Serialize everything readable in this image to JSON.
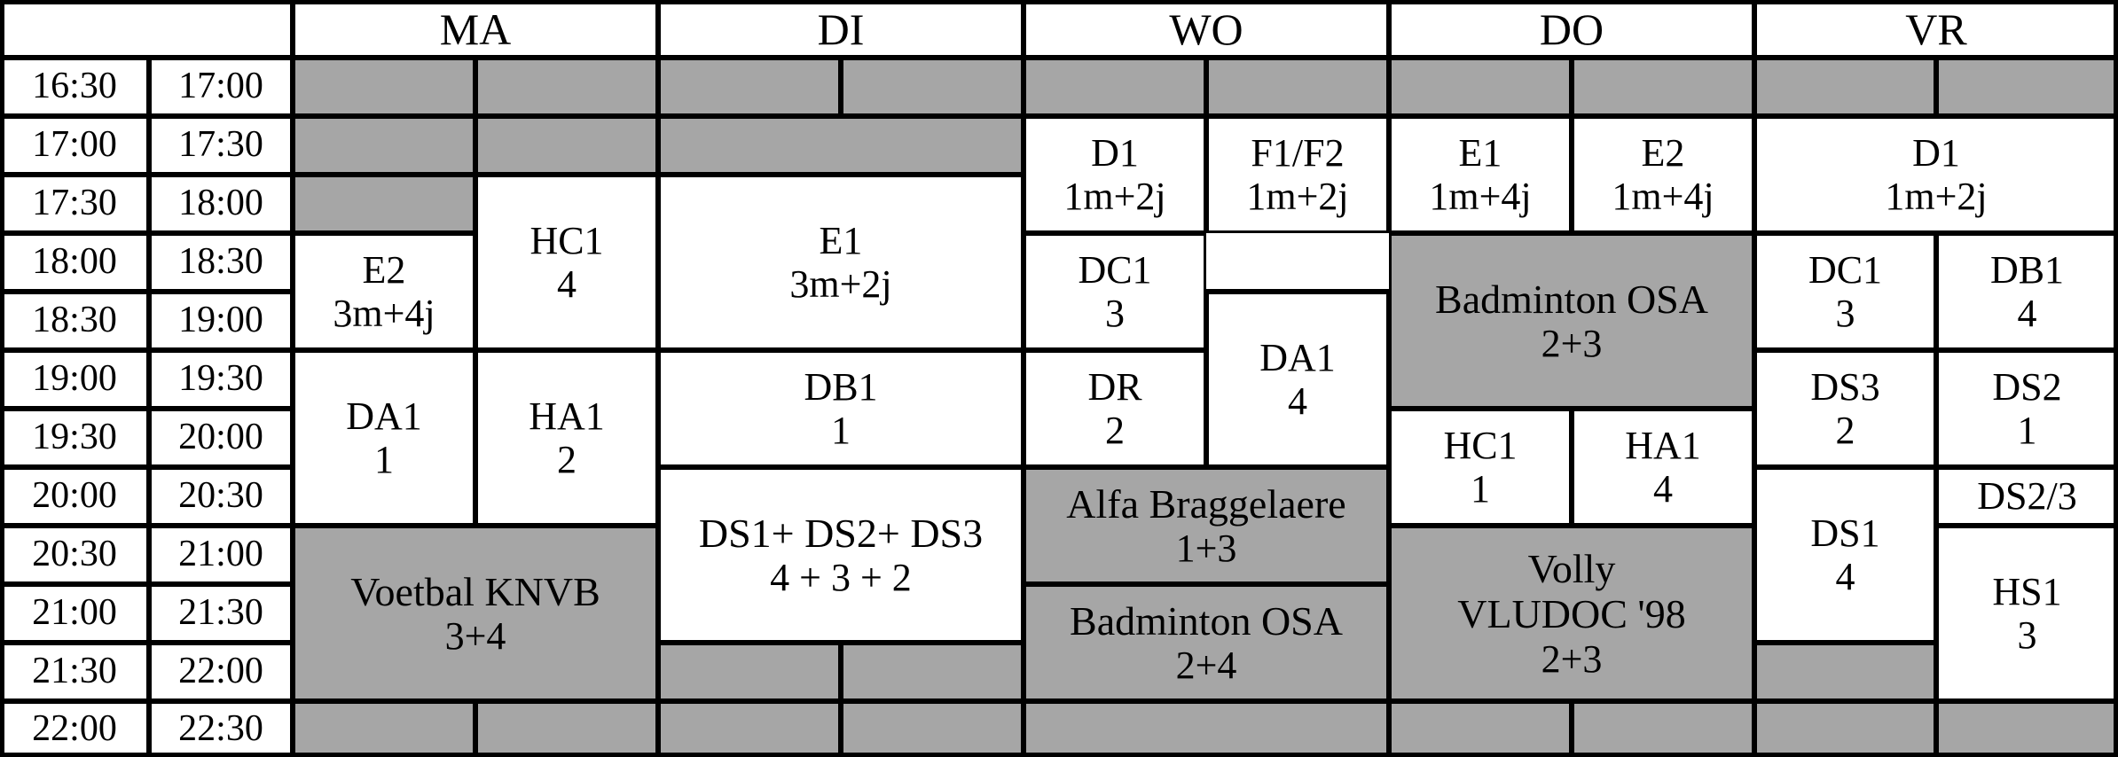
{
  "table": {
    "day_headers": [
      "MA",
      "DI",
      "WO",
      "DO",
      "VR"
    ],
    "corner_label": "",
    "time_rows": [
      {
        "start": "16:30",
        "end": "17:00"
      },
      {
        "start": "17:00",
        "end": "17:30"
      },
      {
        "start": "17:30",
        "end": "18:00"
      },
      {
        "start": "18:00",
        "end": "18:30"
      },
      {
        "start": "18:30",
        "end": "19:00"
      },
      {
        "start": "19:00",
        "end": "19:30"
      },
      {
        "start": "19:30",
        "end": "20:00"
      },
      {
        "start": "20:00",
        "end": "20:30"
      },
      {
        "start": "20:30",
        "end": "21:00"
      },
      {
        "start": "21:00",
        "end": "21:30"
      },
      {
        "start": "21:30",
        "end": "22:00"
      },
      {
        "start": "22:00",
        "end": "22:30"
      }
    ],
    "colors": {
      "blocked": "#a6a6a6",
      "free": "#ffffff",
      "border": "#000000"
    },
    "entries": {
      "ma_e2_team": "E2",
      "ma_e2_detail": "3m+4j",
      "ma_hc1_team": "HC1",
      "ma_hc1_detail": "4",
      "ma_da1_team": "DA1",
      "ma_da1_detail": "1",
      "ma_ha1_team": "HA1",
      "ma_ha1_detail": "2",
      "ma_voetbal_team": "Voetbal KNVB",
      "ma_voetbal_detail": "3+4",
      "di_e1_team": "E1",
      "di_e1_detail": "3m+2j",
      "di_db1_team": "DB1",
      "di_db1_detail": "1",
      "di_ds_team": "DS1+ DS2+ DS3",
      "di_ds_detail": "4  +  3  +  2",
      "wo_d1_team": "D1",
      "wo_d1_detail": "1m+2j",
      "wo_f1f2_team": "F1/F2",
      "wo_f1f2_detail": "1m+2j",
      "wo_dc1_team": "DC1",
      "wo_dc1_detail": "3",
      "wo_da1_team": "DA1",
      "wo_da1_detail": "4",
      "wo_dr_team": "DR",
      "wo_dr_detail": "2",
      "wo_alfa_team": "Alfa Braggelaere",
      "wo_alfa_detail": "1+3",
      "wo_badminton_team": "Badminton OSA",
      "wo_badminton_detail": "2+4",
      "do_e1_team": "E1",
      "do_e1_detail": "1m+4j",
      "do_e2_team": "E2",
      "do_e2_detail": "1m+4j",
      "do_badminton_team": "Badminton OSA",
      "do_badminton_detail": "2+3",
      "do_hc1_team": "HC1",
      "do_hc1_detail": "1",
      "do_ha1_team": "HA1",
      "do_ha1_detail": "4",
      "do_volly_team": "Volly",
      "do_volly_team2": "VLUDOC '98",
      "do_volly_detail": "2+3",
      "vr_d1_team": "D1",
      "vr_d1_detail": "1m+2j",
      "vr_dc1_team": "DC1",
      "vr_dc1_detail": "3",
      "vr_db1_team": "DB1",
      "vr_db1_detail": "4",
      "vr_ds3_team": "DS3",
      "vr_ds3_detail": "2",
      "vr_ds2_team": "DS2",
      "vr_ds2_detail": "1",
      "vr_ds1_team": "DS1",
      "vr_ds1_detail": "4",
      "vr_ds23_team": "DS2/3",
      "vr_hs1_team": "HS1",
      "vr_hs1_detail": "3"
    }
  }
}
